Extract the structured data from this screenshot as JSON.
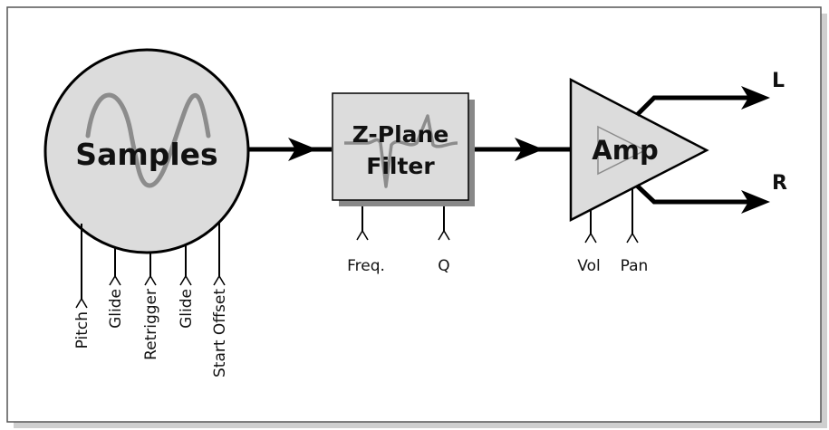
{
  "colors": {
    "background": "#ffffff",
    "frame": "#555555",
    "frame_shadow": "#cfcfcf",
    "block_fill": "#dcdcdc",
    "line": "#000000",
    "waveform": "#8c8c8c"
  },
  "samples": {
    "label": "Samples",
    "inputs": [
      "Pitch",
      "Glide",
      "Retrigger",
      "Glide",
      "Start Offset"
    ]
  },
  "filter": {
    "label_line1": "Z-Plane",
    "label_line2": "Filter",
    "inputs": [
      "Freq.",
      "Q"
    ]
  },
  "amp": {
    "label": "Amp",
    "inputs": [
      "Vol",
      "Pan"
    ]
  },
  "outputs": {
    "left": "L",
    "right": "R"
  }
}
